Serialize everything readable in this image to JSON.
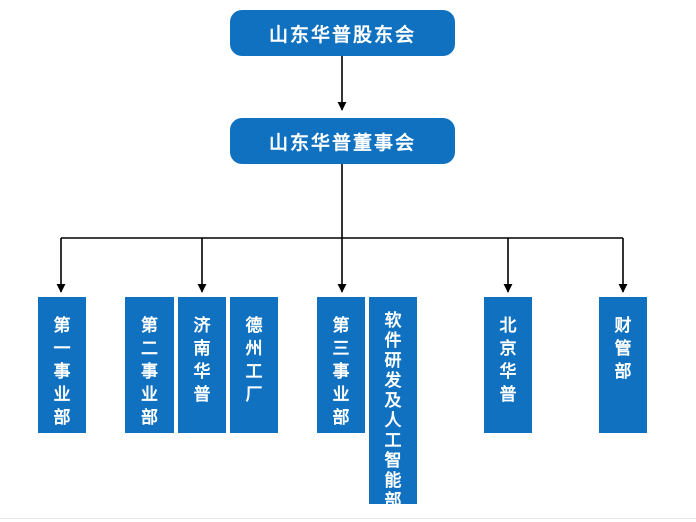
{
  "shareholders": {
    "label": "山东华普股东会"
  },
  "board": {
    "label": "山东华普董事会"
  },
  "departments": [
    {
      "label": "第一事业部"
    },
    {
      "label": "第二事业部"
    },
    {
      "label": "济南华普"
    },
    {
      "label": "德州工厂"
    },
    {
      "label": "第三事业部"
    },
    {
      "label": "软件研发及人工智能部"
    },
    {
      "label": "北京华普"
    },
    {
      "label": "财管部"
    }
  ],
  "colors": {
    "box_fill": "#0f71c0",
    "box_text": "#ffffff",
    "line": "#000000"
  }
}
